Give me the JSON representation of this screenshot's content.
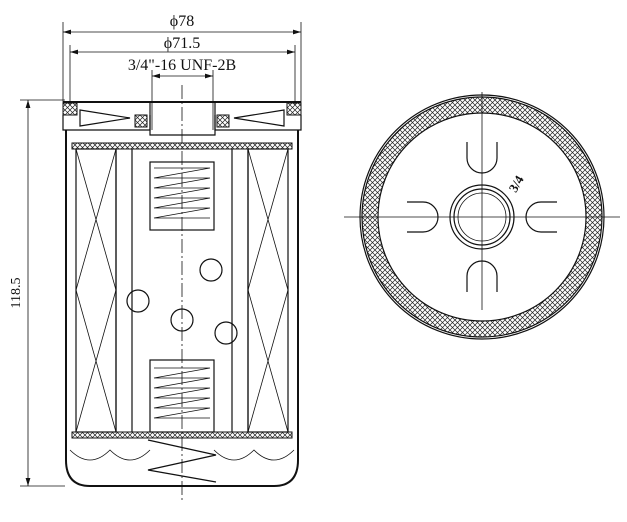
{
  "dimensions": {
    "outer_diameter": "ϕ78",
    "gasket_diameter": "ϕ71.5",
    "thread": "3/4\"-16 UNF-2B",
    "height": "118.5"
  },
  "engraving": "3/4",
  "colors": {
    "line": "#111111",
    "background": "#ffffff"
  }
}
